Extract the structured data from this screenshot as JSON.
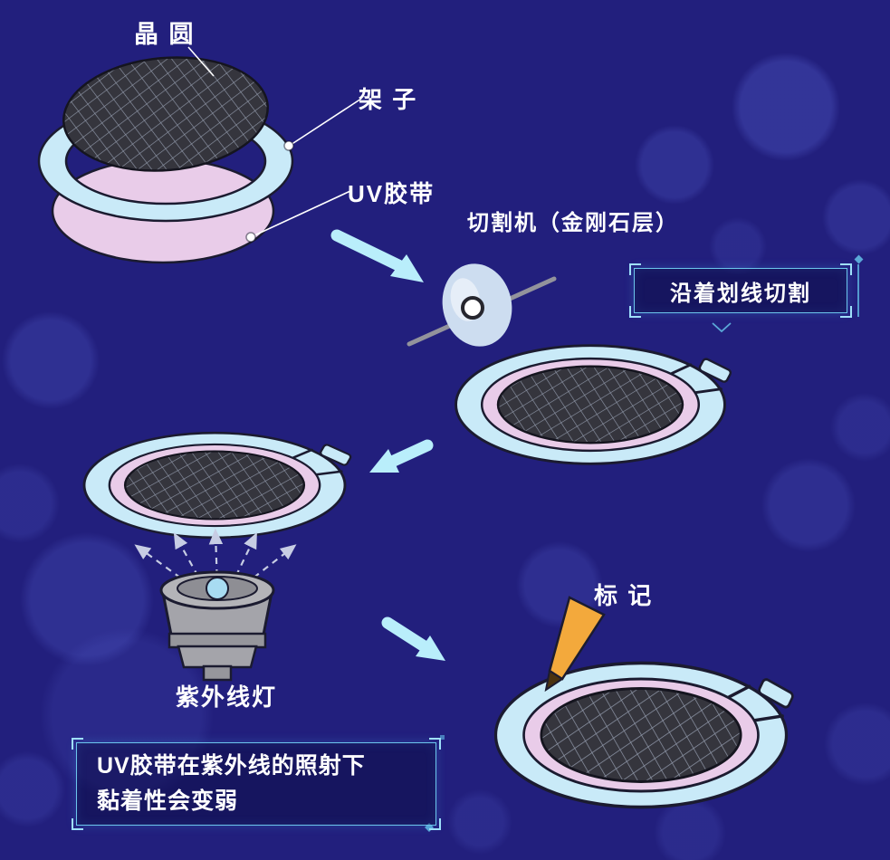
{
  "labels": {
    "wafer": "晶 圆",
    "frame": "架 子",
    "uv_tape": "UV胶带",
    "dicing_machine": "切割机（金刚石层）",
    "cut_along_scribe": "沿着划线切割",
    "uv_lamp": "紫外线灯",
    "marking": "标 记",
    "uv_note_line1": "UV胶带在紫外线的照射下",
    "uv_note_line2": "黏着性会变弱"
  },
  "colors": {
    "background": "#221f7d",
    "text": "#ffffff",
    "arrow": "#b9eefb",
    "frame_blue": "#c9eaf8",
    "tape_pink": "#e9cce9",
    "wafer_dark": "#35353d",
    "wafer_grid_line": "#8f97a8",
    "box_border": "#6cc6ec",
    "box_fill": "rgba(8,8,60,0.45)",
    "ornament": "#5aa8d8",
    "lamp_gray": "#b4b4b8",
    "marker_orange": "#f3a93c",
    "outline": "#1b1b30"
  }
}
